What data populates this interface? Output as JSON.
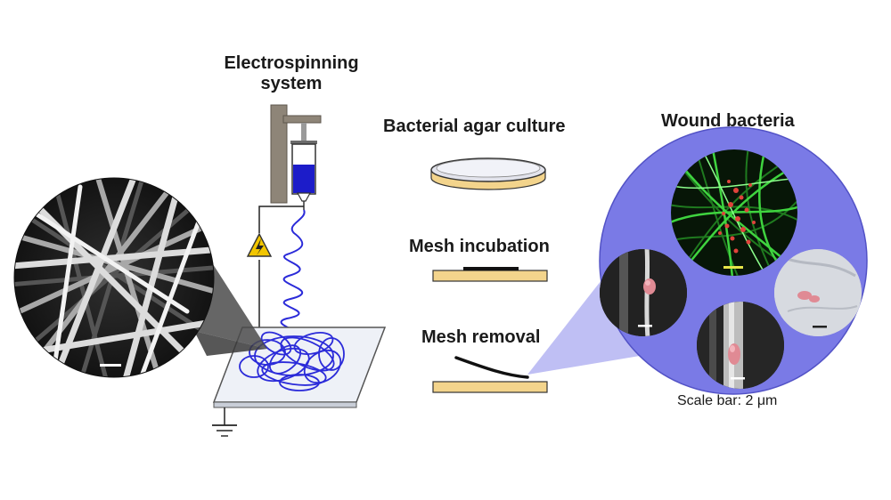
{
  "labels": {
    "electrospinning_line1": "Electrospinning",
    "electrospinning_line2": "system",
    "bacterial_agar_culture": "Bacterial agar culture",
    "mesh_incubation": "Mesh incubation",
    "mesh_removal": "Mesh removal",
    "wound_bacteria": "Wound bacteria",
    "scale_bar": "Scale bar: 2 μm"
  },
  "icons": {
    "high_voltage": "high-voltage-warning-icon",
    "ground": "ground-symbol-icon"
  },
  "colors": {
    "fiber_blue": "#2b2bd9",
    "solution_blue": "#1c1cc9",
    "agar_yellow": "#f3d48c",
    "wound_circle": "#7a7ae6",
    "warning_yellow": "#f2c600",
    "collector_plate": "#eef1f7",
    "stand_brown": "#8e8578"
  }
}
